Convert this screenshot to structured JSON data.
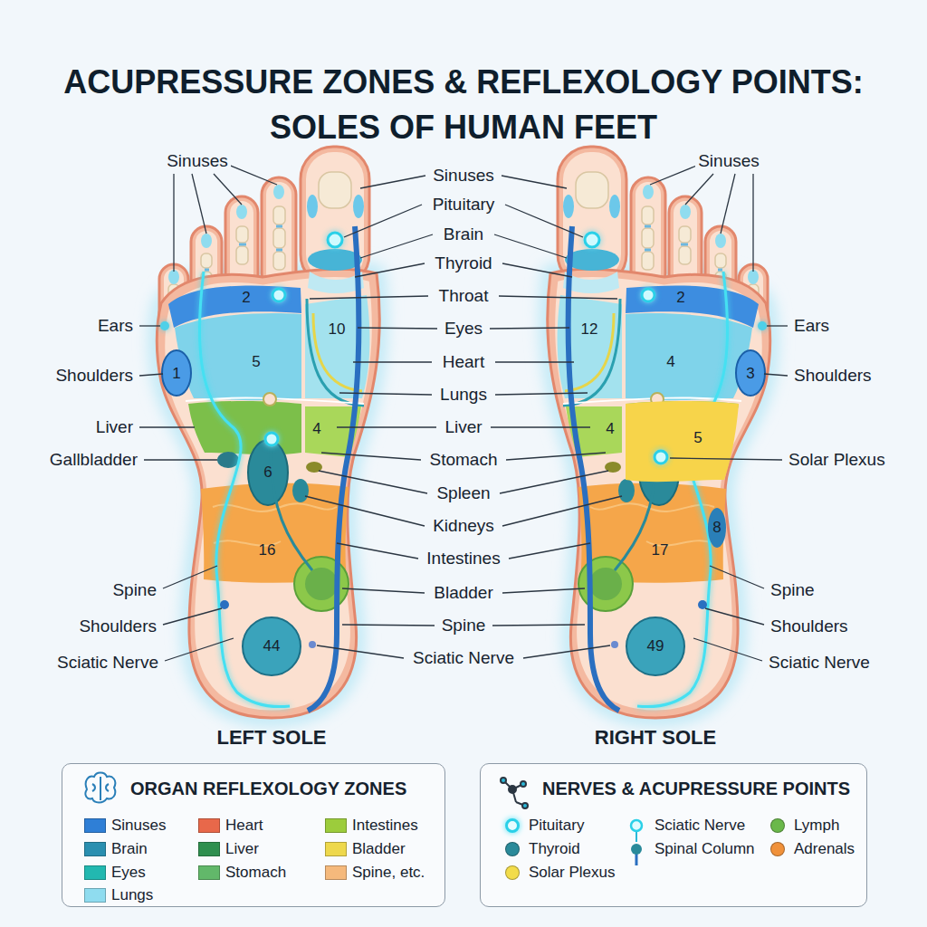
{
  "diagram": {
    "title": "ACUPRESSURE ZONES & REFLEXOLOGY POINTS: SOLES OF HUMAN FEET",
    "nodes": [
      {
        "text": [
          "ORGAN REFLEXOLOGY ZONES"
        ]
      },
      {
        "text": [
          "NERVES & ACUPRESSURE POINTS"
        ]
      }
    ],
    "labels": [
      "Sinuses",
      "Ears",
      "Shoulders",
      "Liver",
      "Gallbladder",
      "Spine",
      "Shoulders",
      "Sciatic Nerve",
      "Sinuses",
      "Pituitary",
      "Brain",
      "Thyroid",
      "Throat",
      "Eyes",
      "Heart",
      "Lungs",
      "Liver",
      "Stomach",
      "Spleen",
      "Kidneys",
      "Intestines",
      "Bladder",
      "Spine",
      "Sciatic Nerve",
      "Sinuses",
      "Ears",
      "Shoulders",
      "Solar Plexus",
      "Spine",
      "Shoulders",
      "Sciatic Nerve",
      "2",
      "1",
      "5",
      "10",
      "4",
      "6",
      "16",
      "44",
      "2",
      "12",
      "4",
      "3",
      "4",
      "5",
      "8",
      "17",
      "49",
      "LEFT SOLE",
      "RIGHT SOLE"
    ],
    "legend": [
      {
        "text": "Sinuses",
        "color": "#2f7fd6"
      },
      {
        "text": "Brain",
        "color": "#2a8fb0"
      },
      {
        "text": "Eyes",
        "color": "#22b8b0"
      },
      {
        "text": "Lungs",
        "color": "#8fdcef"
      },
      {
        "text": "Heart",
        "color": "#e8684a"
      },
      {
        "text": "Liver",
        "color": "#2f8f4f"
      },
      {
        "text": "Stomach",
        "color": "#62b86a"
      },
      {
        "text": "Intestines",
        "color": "#9ccc3c"
      },
      {
        "text": "Bladder",
        "color": "#eed84c"
      },
      {
        "text": "Spine, etc.",
        "color": "#f5b97c"
      },
      {
        "text": "Pituitary"
      },
      {
        "text": "Thyroid",
        "color": "#2a8a9a"
      },
      {
        "text": "Solar Plexus",
        "color": "#f2dc4a"
      },
      {
        "text": "Sciatic Nerve"
      },
      {
        "text": "Spinal Column"
      },
      {
        "text": "Lymph",
        "color": "#6ab84a"
      },
      {
        "text": "Adrenals",
        "color": "#f0913a"
      }
    ]
  }
}
